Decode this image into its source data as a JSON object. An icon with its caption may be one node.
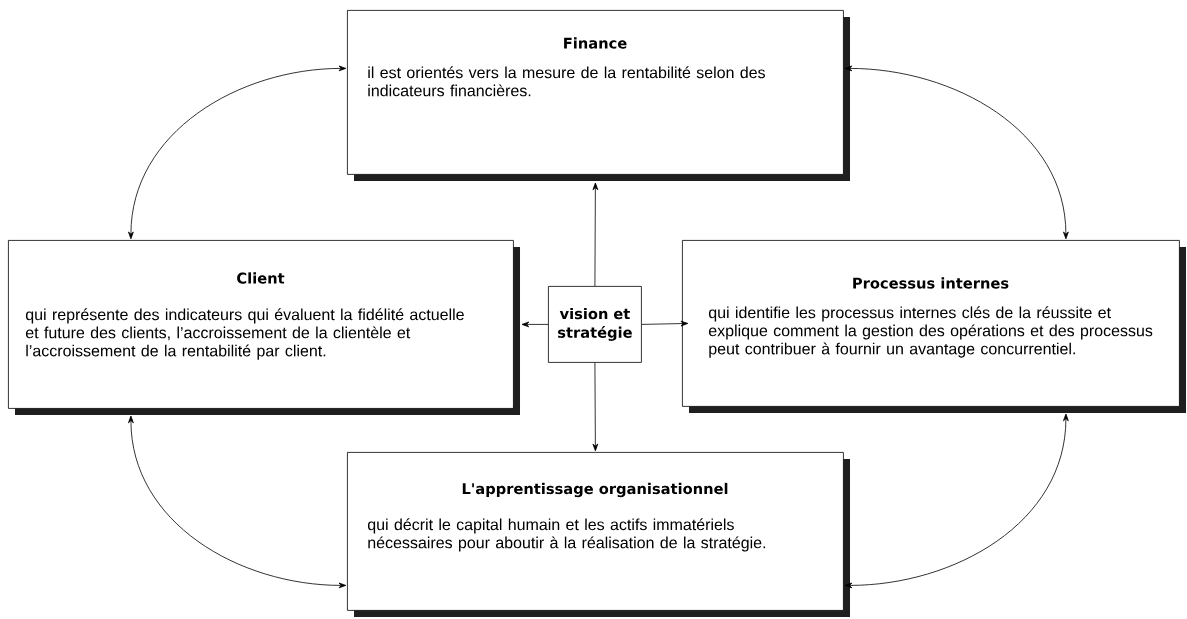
{
  "diagram": {
    "nodes": [
      {
        "text": [
          "Finance",
          "il est orientés vers la mesure de la rentabilité selon des indicateurs financières."
        ]
      },
      {
        "text": [
          "Client",
          "qui représente des indicateurs qui évaluent la fidélité actuelle et future des clients, l’accroissement de la clientèle et l’accroissement de la rentabilité par client."
        ]
      },
      {
        "text": [
          "vision et stratégie"
        ]
      },
      {
        "text": [
          "Processus internes",
          "qui identifie les processus internes clés de la réussite et explique comment la gestion des opérations et des processus peut contribuer à fournir un avantage concurrentiel."
        ]
      },
      {
        "text": [
          "L'apprentissage organisationnel",
          "qui décrit le capital humain et les actifs immatériels nécessaires pour aboutir à la réalisation de la stratégie."
        ]
      }
    ],
    "edges": [
      {
        "from": 2,
        "to": 0,
        "arrow": "to"
      },
      {
        "from": 2,
        "to": 1,
        "arrow": "to"
      },
      {
        "from": 2,
        "to": 3,
        "arrow": "to"
      },
      {
        "from": 2,
        "to": 4,
        "arrow": "to"
      },
      {
        "from": 0,
        "to": 1,
        "arrow": "both"
      },
      {
        "from": 0,
        "to": 3,
        "arrow": "both"
      },
      {
        "from": 1,
        "to": 4,
        "arrow": "both"
      },
      {
        "from": 3,
        "to": 4,
        "arrow": "both"
      }
    ]
  }
}
